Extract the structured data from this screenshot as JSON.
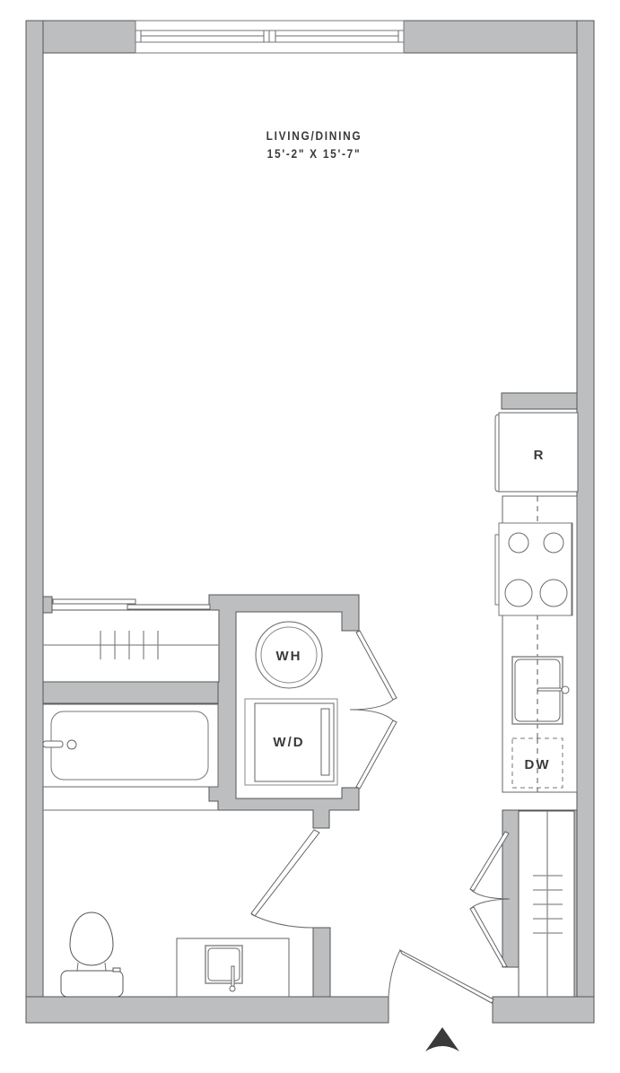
{
  "floorplan": {
    "rooms": [
      {
        "id": "living-dining",
        "name": "LIVING/DINING",
        "dimensions": "15'-2\" X 15'-7\""
      }
    ],
    "fixtures": {
      "refrigerator": "R",
      "water_heater": "WH",
      "washer_dryer": "W/D",
      "dishwasher": "DW"
    },
    "entry_marker": "entry-arrow",
    "colors": {
      "wall_fill": "#bdbec0",
      "wall_stroke": "#555555",
      "label": "#3a3a3a",
      "background": "#ffffff"
    }
  }
}
